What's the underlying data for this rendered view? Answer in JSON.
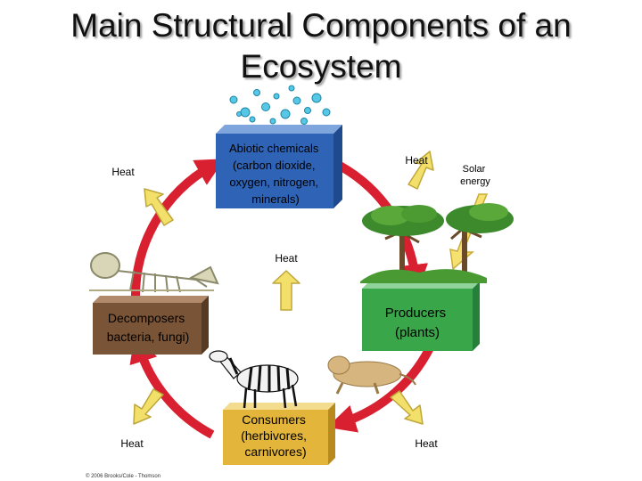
{
  "title": {
    "line1": "Main Structural Components of an",
    "line2": "Ecosystem"
  },
  "components": {
    "abiotic": [
      "Abiotic chemicals",
      "(carbon dioxide,",
      "oxygen, nitrogen,",
      "minerals)"
    ],
    "producers": [
      "Producers",
      "(plants)"
    ],
    "consumers": [
      "Consumers",
      "(herbivores,",
      "carnivores)"
    ],
    "decomposers": [
      "Decomposers",
      "bacteria, fungi)"
    ]
  },
  "heat_labels": {
    "top_left": "Heat",
    "top_right": "Heat",
    "center": "Heat",
    "bottom_left": "Heat",
    "bottom_right": "Heat"
  },
  "solar": [
    "Solar",
    "energy"
  ],
  "copyright": "© 2006 Brooks/Cole - Thomson",
  "colors": {
    "cycle_arrow": "#d92030",
    "heat_arrow": "#f2e06a",
    "solar_arrow": "#f5e070",
    "abiotic_box": "#2f63b5",
    "producers_box": "#3aa64a",
    "consumers_box": "#e3b53a",
    "decomposers_box": "#7a5436"
  }
}
